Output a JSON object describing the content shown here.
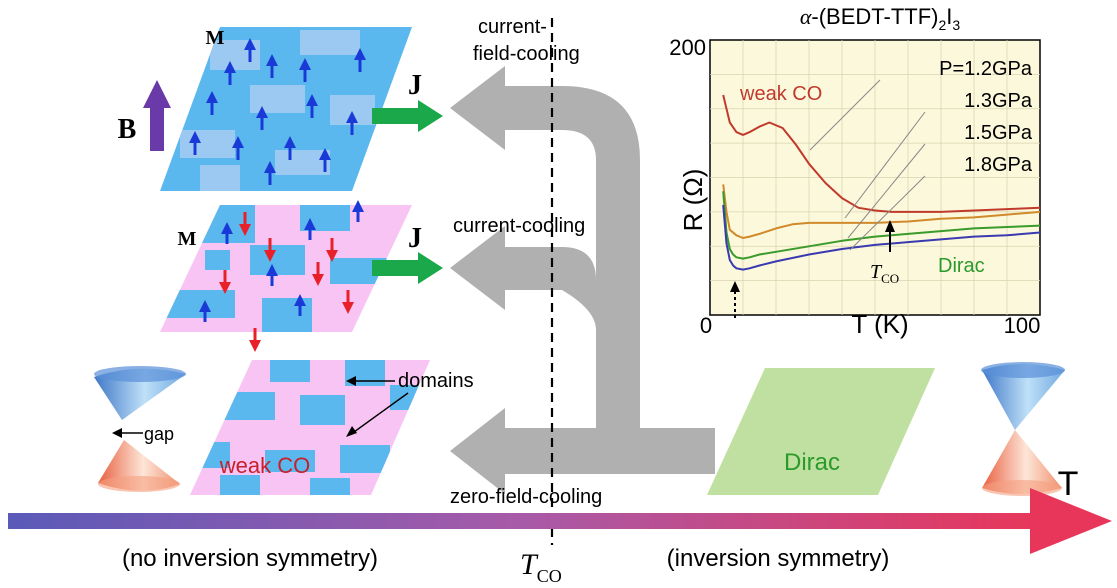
{
  "panels": {
    "top": {
      "m_label": "M",
      "b_label": "B",
      "j_label": "J",
      "process_label": "current-field-cooling"
    },
    "middle": {
      "m_label": "M",
      "j_label": "J",
      "process_label": "current-cooling"
    },
    "bottom": {
      "domains_label": "domains",
      "weak_co_label": "weak CO",
      "gap_label": "gap",
      "process_label": "zero-field-cooling"
    },
    "dirac_label": "Dirac"
  },
  "axis": {
    "t_label": "T",
    "tco": "T",
    "tco_sub": "CO",
    "left_note": "(no inversion symmetry)",
    "right_note": "(inversion symmetry)"
  },
  "inset": {
    "title_alpha": "α",
    "title_rest": "-(BEDT-TTF)",
    "title_sub2": "2",
    "title_i": "I",
    "title_sub3": "3",
    "ylabel": "R (Ω)",
    "xlabel": "T (K)",
    "pressures": [
      "P=1.2GPa",
      "1.3GPa",
      "1.5GPa",
      "1.8GPa"
    ],
    "weak_co_label": "weak CO",
    "dirac_label": "Dirac",
    "tco": "T",
    "tco_sub": "CO",
    "colors": {
      "p12": "#c0392b",
      "p13": "#d08a2a",
      "p15": "#3a9a2a",
      "p18": "#3a3ab0"
    }
  },
  "chart_data": {
    "type": "line",
    "title": "α-(BEDT-TTF)2I3",
    "xlabel": "T (K)",
    "ylabel": "R (Ω)",
    "xlim": [
      0,
      100
    ],
    "ylim": [
      0,
      200
    ],
    "x_ticks": [
      0,
      100
    ],
    "y_ticks": [
      200
    ],
    "grid": true,
    "series": [
      {
        "name": "P=1.2GPa",
        "x": [
          4,
          5,
          6,
          8,
          10,
          12,
          15,
          18,
          22,
          26,
          30,
          35,
          40,
          45,
          50,
          55,
          60,
          70,
          80,
          90,
          100
        ],
        "y": [
          160,
          150,
          140,
          133,
          131,
          133,
          137,
          140,
          136,
          124,
          110,
          96,
          85,
          78,
          76,
          75,
          75,
          75,
          76,
          77,
          78
        ]
      },
      {
        "name": "1.3GPa",
        "x": [
          4,
          5,
          6,
          8,
          10,
          12,
          15,
          20,
          25,
          30,
          40,
          50,
          60,
          70,
          80,
          90,
          100
        ],
        "y": [
          95,
          75,
          62,
          58,
          56,
          57,
          59,
          63,
          66,
          67,
          67,
          67,
          68,
          70,
          71,
          73,
          75
        ]
      },
      {
        "name": "1.5GPa",
        "x": [
          4,
          5,
          6,
          7,
          8,
          10,
          12,
          15,
          20,
          30,
          40,
          50,
          60,
          70,
          80,
          90,
          100
        ],
        "y": [
          90,
          60,
          48,
          44,
          42,
          41,
          42,
          44,
          46,
          50,
          54,
          57,
          59,
          61,
          63,
          64,
          65
        ]
      },
      {
        "name": "1.8GPa",
        "x": [
          4,
          5,
          6,
          7,
          8,
          10,
          12,
          15,
          20,
          30,
          40,
          50,
          60,
          70,
          80,
          90,
          100
        ],
        "y": [
          80,
          52,
          40,
          36,
          34,
          33,
          34,
          36,
          39,
          44,
          48,
          51,
          53,
          55,
          57,
          58,
          60
        ]
      }
    ]
  }
}
